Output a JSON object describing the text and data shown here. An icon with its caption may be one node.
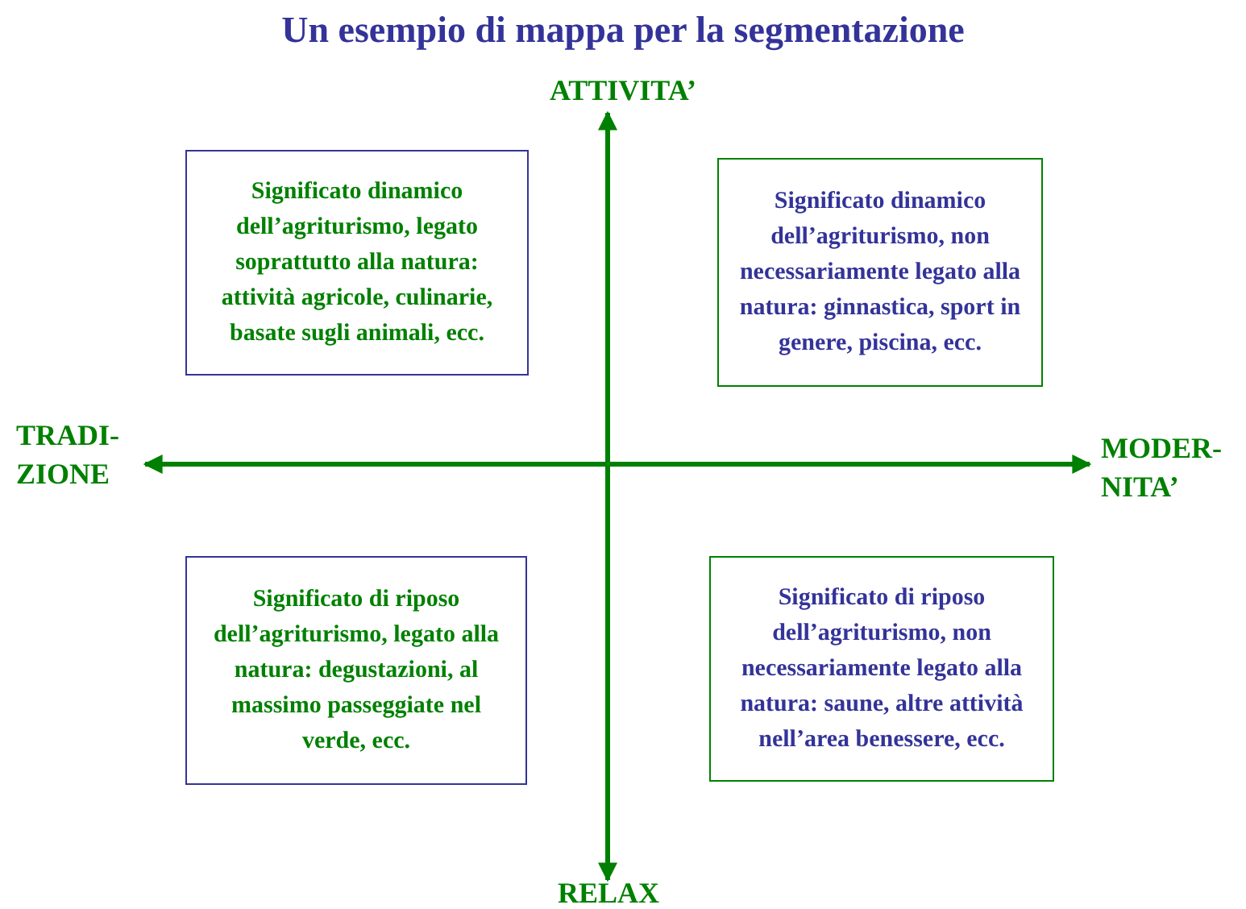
{
  "diagram": {
    "title": "Un esempio di mappa per la segmentazione",
    "nodes": [
      {
        "text": [
          "Significato dinamico dell’agriturismo, legato soprattutto alla natura: attività agricole, culinarie, basate sugli animali, ecc."
        ]
      },
      {
        "text": [
          "Significato dinamico dell’agriturismo, non necessariamente legato alla natura: ginnastica, sport in genere, piscina, ecc."
        ]
      },
      {
        "text": [
          "Significato di riposo dell’agriturismo, legato alla natura: degustazioni, al massimo passeggiate nel verde, ecc."
        ]
      },
      {
        "text": [
          "Significato di riposo dell’agriturismo, non necessariamente legato alla natura: saune, altre attività nell’area benessere, ecc."
        ]
      }
    ],
    "edges": [],
    "labels": [
      "ATTIVITA’",
      "TRADI- ZIONE",
      "MODER- NITA’",
      "RELAX"
    ]
  }
}
